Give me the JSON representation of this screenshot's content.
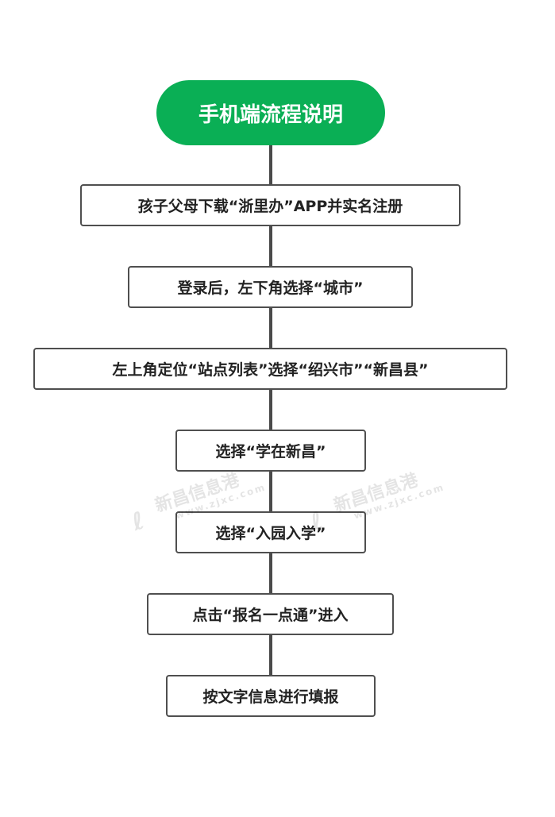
{
  "title": "手机端流程说明",
  "steps": [
    "孩子父母下载“浙里办”APP并实名注册",
    "登录后，左下角选择“城市”",
    "左上角定位“站点列表”选择“绍兴市”“新昌县”",
    "选择“学在新昌”",
    "选择“入园入学”",
    "点击“报名一点通”进入",
    "按文字信息进行填报"
  ],
  "watermark": {
    "name": "新昌信息港",
    "url": "www.zjxc.com"
  },
  "colors": {
    "title_bg": "#0aaf55",
    "line": "#4a4a4a"
  }
}
